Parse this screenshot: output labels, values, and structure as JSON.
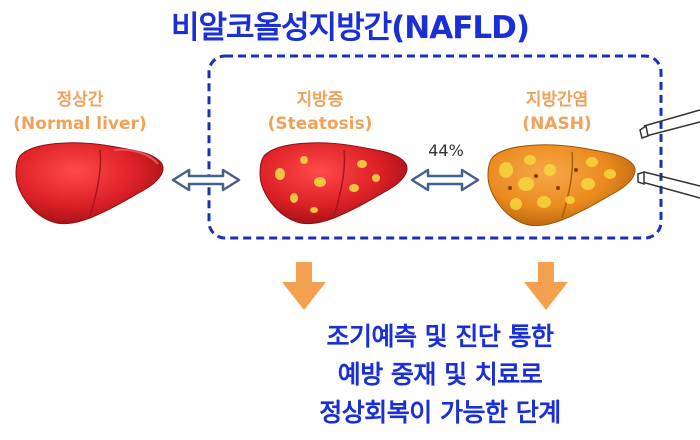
{
  "title": "비알코올성지방간(NAFLD)",
  "stages": [
    {
      "name": "정상간",
      "english": "(Normal liver)"
    },
    {
      "name": "지방증",
      "english": "(Steatosis)"
    },
    {
      "name": "지방간염",
      "english": "(NASH)"
    }
  ],
  "progression_rate": "44%",
  "summary_lines": [
    "조기예측 및 진단 통한",
    "예방 중재 및 치료로",
    "정상회복이 가능한 단계"
  ],
  "colors": {
    "title": "#1b2fd6",
    "box_border": "#1b2fb5",
    "stage_label": "#f0a15a",
    "summary_text": "#1b2fd6",
    "down_arrow": "#f4a04e",
    "double_arrow_outline": "#44618c",
    "liver_red": "#dc2027",
    "liver_orange": "#ea8a1e",
    "fat_spot": "#f7d640"
  }
}
